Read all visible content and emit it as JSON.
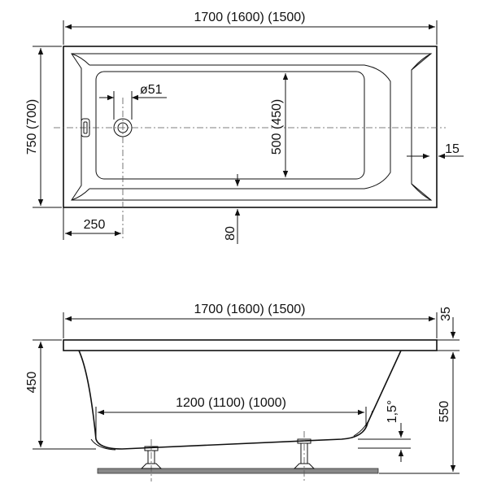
{
  "top_view": {
    "length_label": "1700 (1600) (1500)",
    "width_label": "750 (700)",
    "inner_width_label": "500 (450)",
    "drain_label": "ø51",
    "drain_offset_label": "250",
    "rim_label": "80",
    "edge_label": "15"
  },
  "side_view": {
    "length_label": "1700 (1600) (1500)",
    "inner_length_label": "1200 (1100) (1000)",
    "depth_label": "450",
    "height_label": "550",
    "rim_thickness_label": "35",
    "slope_label": "1,5°"
  }
}
